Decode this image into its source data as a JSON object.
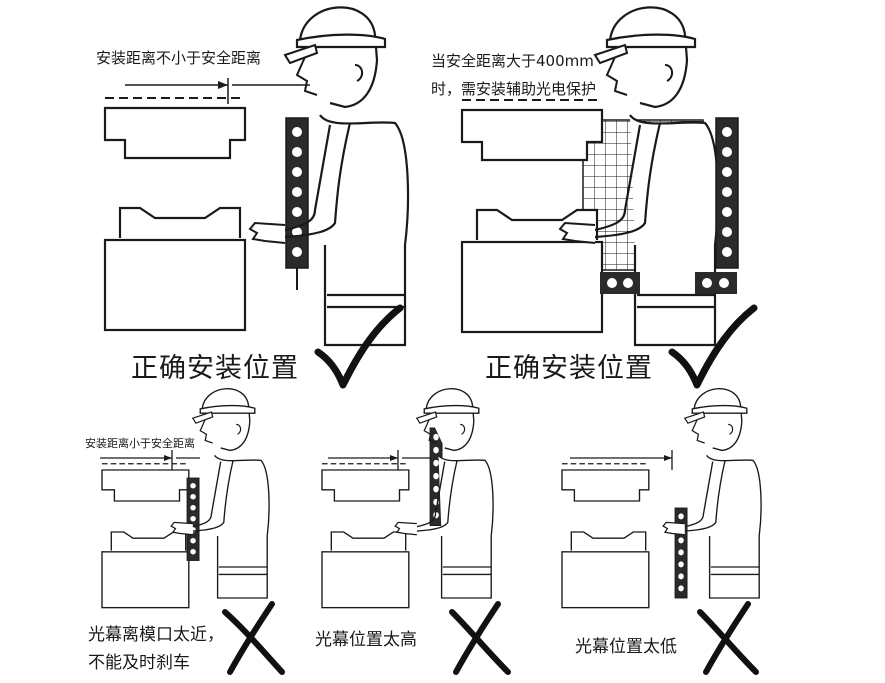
{
  "panels": {
    "top_left": {
      "note": "安装距离不小于安全距离",
      "verdict": "正确安装位置"
    },
    "top_right": {
      "note_line1": "当安全距离大于400mm",
      "note_line2": "时，需安装辅助光电保护",
      "verdict": "正确安装位置"
    },
    "bottom_left": {
      "note": "安装距离小于安全距离",
      "caption_line1": "光幕离模口太近，",
      "caption_line2": "不能及时刹车"
    },
    "bottom_middle": {
      "caption": "光幕位置太高"
    },
    "bottom_right": {
      "caption": "光幕位置太低"
    }
  },
  "colors": {
    "ink": "#1a1a1a",
    "background": "#ffffff"
  },
  "icons": {
    "correct": "check-mark-icon",
    "wrong": "cross-mark-icon"
  }
}
